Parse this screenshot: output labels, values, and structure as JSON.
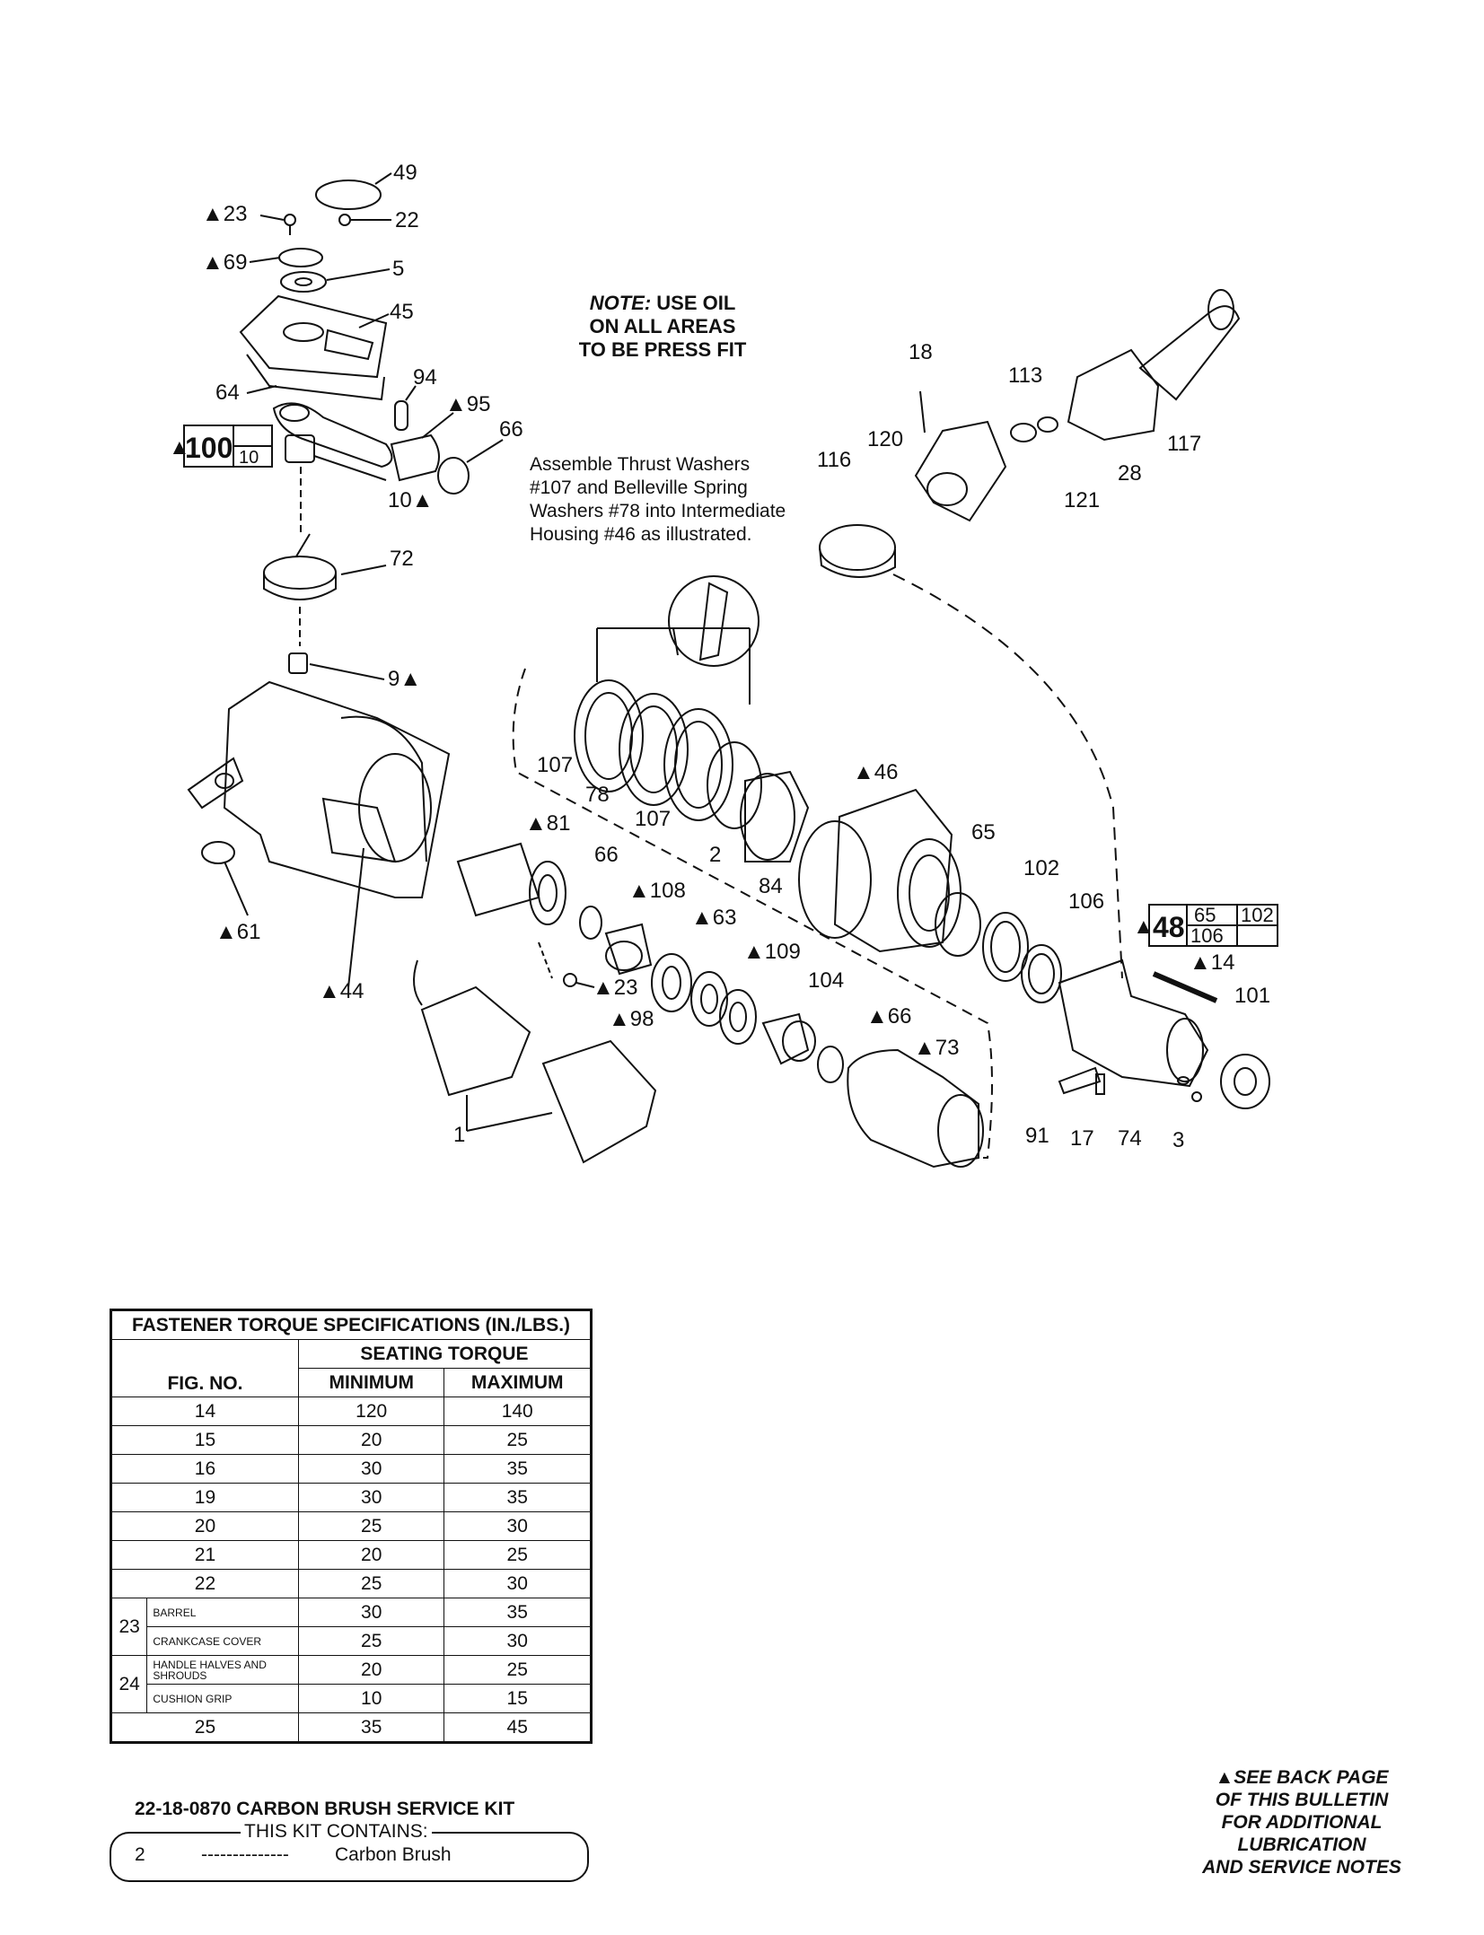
{
  "note": {
    "prefix": "NOTE:",
    "lines": [
      " USE OIL",
      "ON ALL AREAS",
      "TO BE PRESS FIT"
    ]
  },
  "assemble_note": [
    "Assemble Thrust Washers",
    "#107 and Belleville Spring",
    "Washers #78 into Intermediate",
    "Housing #46 as illustrated."
  ],
  "callouts": {
    "c49": "49",
    "c23a": "▲23",
    "c22": "22",
    "c69": "▲69",
    "c5": "5",
    "c45": "45",
    "c64": "64",
    "c94": "94",
    "c95": "▲95",
    "c66a": "66",
    "c10": "10▲",
    "c72": "72",
    "c9": "9▲",
    "c61": "▲61",
    "c44": "▲44",
    "c107a": "107",
    "c78": "78",
    "c107b": "107",
    "c2": "2",
    "c84": "84",
    "c46": "▲46",
    "c65": "65",
    "c102": "102",
    "c106": "106",
    "c81": "▲81",
    "c66b": "66",
    "c108": "▲108",
    "c63": "▲63",
    "c109": "▲109",
    "c23b": "▲23",
    "c98": "▲98",
    "c104": "104",
    "c66c": "▲66",
    "c73": "▲73",
    "c1": "1",
    "c14": "▲14",
    "c101": "101",
    "c91": "91",
    "c17": "17",
    "c74": "74",
    "c3": "3",
    "c18": "18",
    "c113": "113",
    "c117": "117",
    "c120": "120",
    "c116": "116",
    "c28": "28",
    "c121": "121"
  },
  "kit100": {
    "main": "100",
    "sub": "10",
    "mark": "▲"
  },
  "kit48": {
    "main": "48",
    "cells": [
      "65",
      "102",
      "106"
    ],
    "mark": "▲"
  },
  "torque_table": {
    "title": "FASTENER TORQUE SPECIFICATIONS (IN./LBS.)",
    "seating": "SEATING TORQUE",
    "fig_no": "FIG. NO.",
    "minimum": "MINIMUM",
    "maximum": "MAXIMUM",
    "rows": [
      {
        "fig": "14",
        "min": "120",
        "max": "140"
      },
      {
        "fig": "15",
        "min": "20",
        "max": "25"
      },
      {
        "fig": "16",
        "min": "30",
        "max": "35"
      },
      {
        "fig": "19",
        "min": "30",
        "max": "35"
      },
      {
        "fig": "20",
        "min": "25",
        "max": "30"
      },
      {
        "fig": "21",
        "min": "20",
        "max": "25"
      },
      {
        "fig": "22",
        "min": "25",
        "max": "30"
      }
    ],
    "group23": {
      "fig": "23",
      "rows": [
        {
          "sub": "BARREL",
          "min": "30",
          "max": "35"
        },
        {
          "sub": "CRANKCASE COVER",
          "min": "25",
          "max": "30"
        }
      ]
    },
    "group24": {
      "fig": "24",
      "rows": [
        {
          "sub": "HANDLE HALVES AND SHROUDS",
          "min": "20",
          "max": "25"
        },
        {
          "sub": "CUSHION GRIP",
          "min": "10",
          "max": "15"
        }
      ]
    },
    "last": {
      "fig": "25",
      "min": "35",
      "max": "45"
    }
  },
  "kit": {
    "title": "22-18-0870 CARBON BRUSH SERVICE KIT",
    "contains": "THIS KIT CONTAINS:",
    "qty": "2",
    "dashes": "--------------",
    "item": "Carbon Brush"
  },
  "footnote": [
    "▲SEE BACK PAGE",
    "OF THIS BULLETIN",
    "FOR ADDITIONAL",
    "LUBRICATION",
    "AND SERVICE NOTES"
  ]
}
